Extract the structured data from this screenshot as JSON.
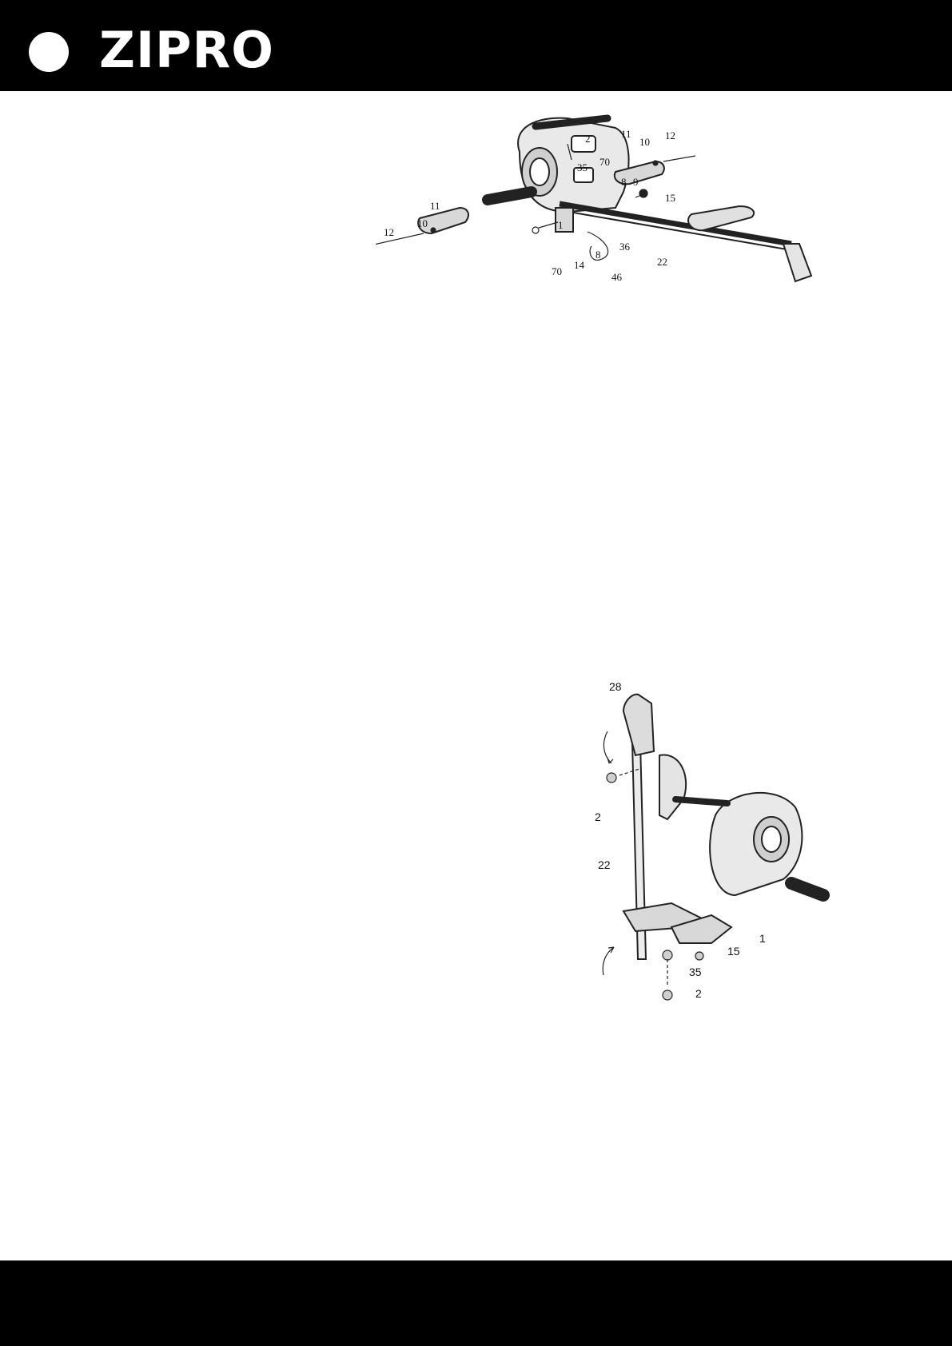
{
  "header": {
    "logo_text": "ZIPRO"
  },
  "diagram_top": {
    "labels": {
      "p2": "2",
      "p35": "35",
      "p11a": "11",
      "p10a": "10",
      "p12a": "12",
      "p70a": "70",
      "p8a": "8",
      "p9": "9",
      "p15": "15",
      "p1": "1",
      "p36": "36",
      "p22": "22",
      "p11b": "11",
      "p10b": "10",
      "p12b": "12",
      "p70b": "70",
      "p14": "14",
      "p8b": "8",
      "p46": "46"
    }
  },
  "diagram_bottom": {
    "labels": {
      "p28": "28",
      "p2a": "2",
      "p22": "22",
      "p15": "15",
      "p1": "1",
      "p35": "35",
      "p2b": "2"
    }
  }
}
